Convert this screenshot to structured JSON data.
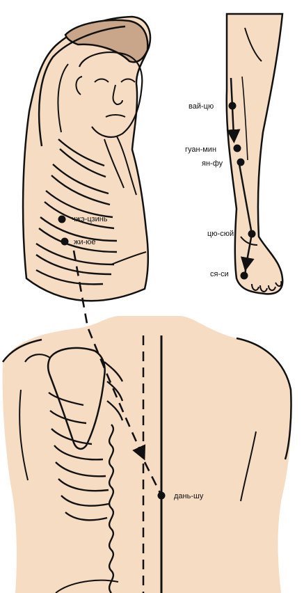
{
  "colors": {
    "skin": "#f7dcc4",
    "ink": "#111111",
    "background": "#ffffff"
  },
  "points": {
    "vai_tsyu": "вай-цю",
    "guan_min": "гуан-мин",
    "yan_fu": "ян-фу",
    "tsyu_syuy": "цю-сюй",
    "sya_si": "ся-си",
    "chzhe_tszin": "чжэ-цзинь",
    "zhi_yue": "жи-юе",
    "dan_shu": "дань-шу"
  }
}
